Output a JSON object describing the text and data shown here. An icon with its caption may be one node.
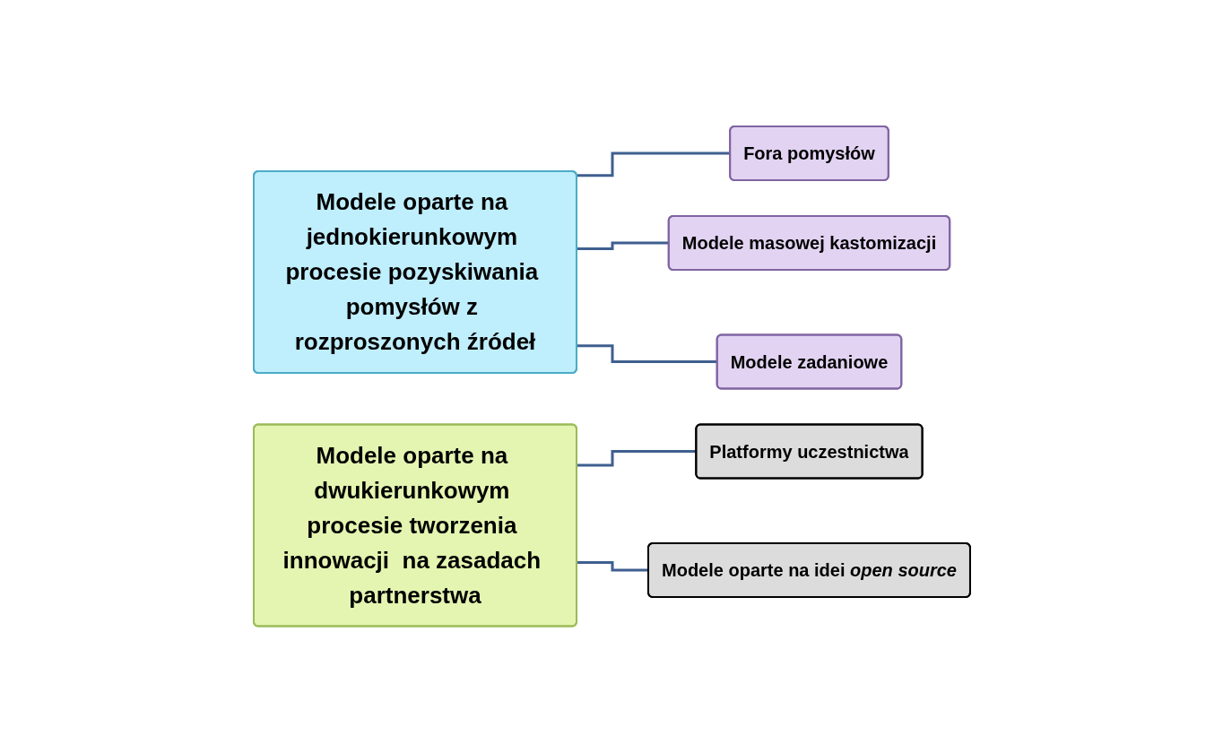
{
  "diagram": {
    "nodes": [
      {
        "text": [
          "Modele oparte na jednokierunkowym procesie pozyskiwania pomysłów z rozproszonych źródeł"
        ]
      },
      {
        "text": [
          "Fora pomysłów"
        ]
      },
      {
        "text": [
          "Modele masowej kastomizacji"
        ]
      },
      {
        "text": [
          "Modele zadaniowe"
        ]
      },
      {
        "text": [
          "Modele oparte na dwukierunkowym procesie tworzenia innowacji  na zasadach partnerstwa"
        ]
      },
      {
        "text": [
          "Platformy uczestnictwa"
        ]
      },
      {
        "text": [
          "Modele oparte na idei *open source*"
        ]
      }
    ],
    "edges": [
      {
        "from": 0,
        "to": 1,
        "arrow": "none"
      },
      {
        "from": 0,
        "to": 2,
        "arrow": "none"
      },
      {
        "from": 0,
        "to": 3,
        "arrow": "none"
      },
      {
        "from": 4,
        "to": 5,
        "arrow": "none"
      },
      {
        "from": 4,
        "to": 6,
        "arrow": "none"
      }
    ]
  }
}
